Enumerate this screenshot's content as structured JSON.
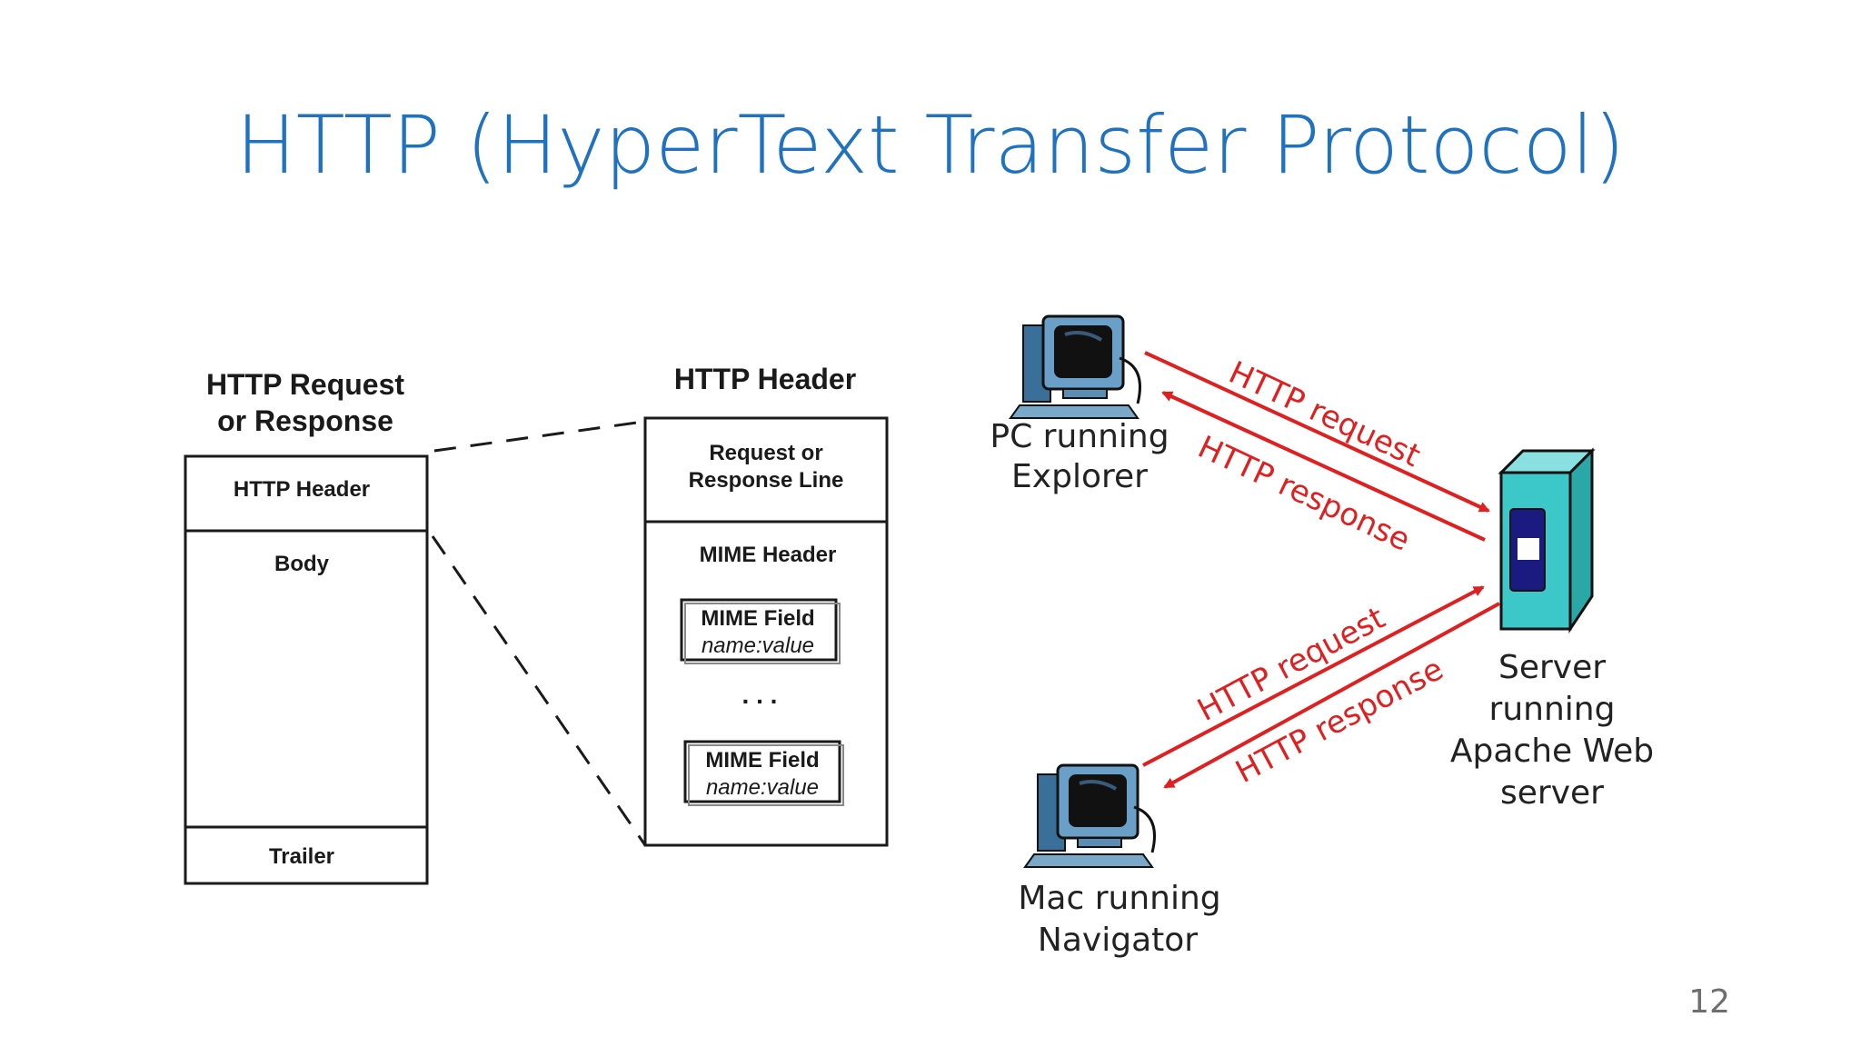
{
  "slide": {
    "title": "HTTP (HyperText Transfer Protocol)",
    "page_number": "12"
  },
  "message_structure": {
    "heading_line1": "HTTP Request",
    "heading_line2": "or Response",
    "sections": {
      "header": "HTTP Header",
      "body": "Body",
      "trailer": "Trailer"
    }
  },
  "header_detail": {
    "heading": "HTTP Header",
    "request_line_1": "Request or",
    "request_line_2": "Response Line",
    "mime_header": "MIME Header",
    "field_1_name": "MIME Field",
    "field_1_value": "name:value",
    "ellipsis": ". . .",
    "field_2_name": "MIME Field",
    "field_2_value": "name:value"
  },
  "network": {
    "pc_label_1": "PC running",
    "pc_label_2": "Explorer",
    "mac_label_1": "Mac running",
    "mac_label_2": "Navigator",
    "server_label_1": "Server",
    "server_label_2": "running",
    "server_label_3": "Apache Web",
    "server_label_4": "server",
    "pc_request": "HTTP request",
    "pc_response": "HTTP response",
    "mac_request": "HTTP request",
    "mac_response": "HTTP response"
  },
  "colors": {
    "title": "#1f72c0",
    "arrow": "#e02020",
    "server": "#3cc8c8",
    "monitor": "#4a7fa8"
  },
  "icons": [
    "pc-computer-icon",
    "mac-computer-icon",
    "server-tower-icon"
  ]
}
